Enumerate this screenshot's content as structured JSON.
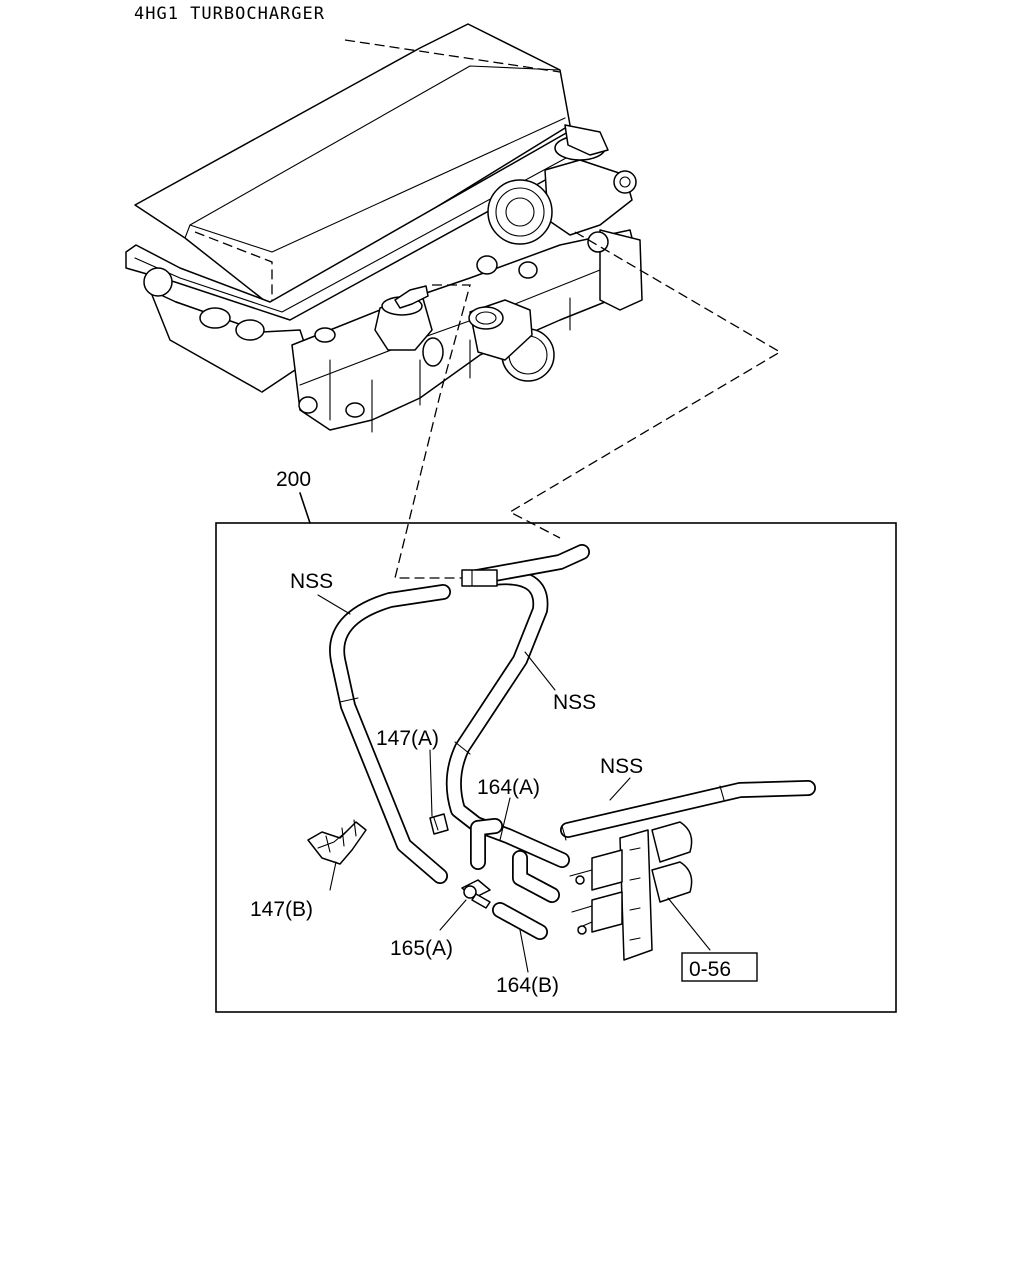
{
  "title": "4HG1 TURBOCHARGER",
  "callouts": {
    "assembly": "200",
    "hose_top_left": "NSS",
    "hose_middle": "NSS",
    "hose_right": "NSS",
    "clip_a": "147(A)",
    "clip_b": "147(B)",
    "hose_a": "164(A)",
    "hose_b": "164(B)",
    "connector": "165(A)",
    "ref_box": "0-56"
  }
}
